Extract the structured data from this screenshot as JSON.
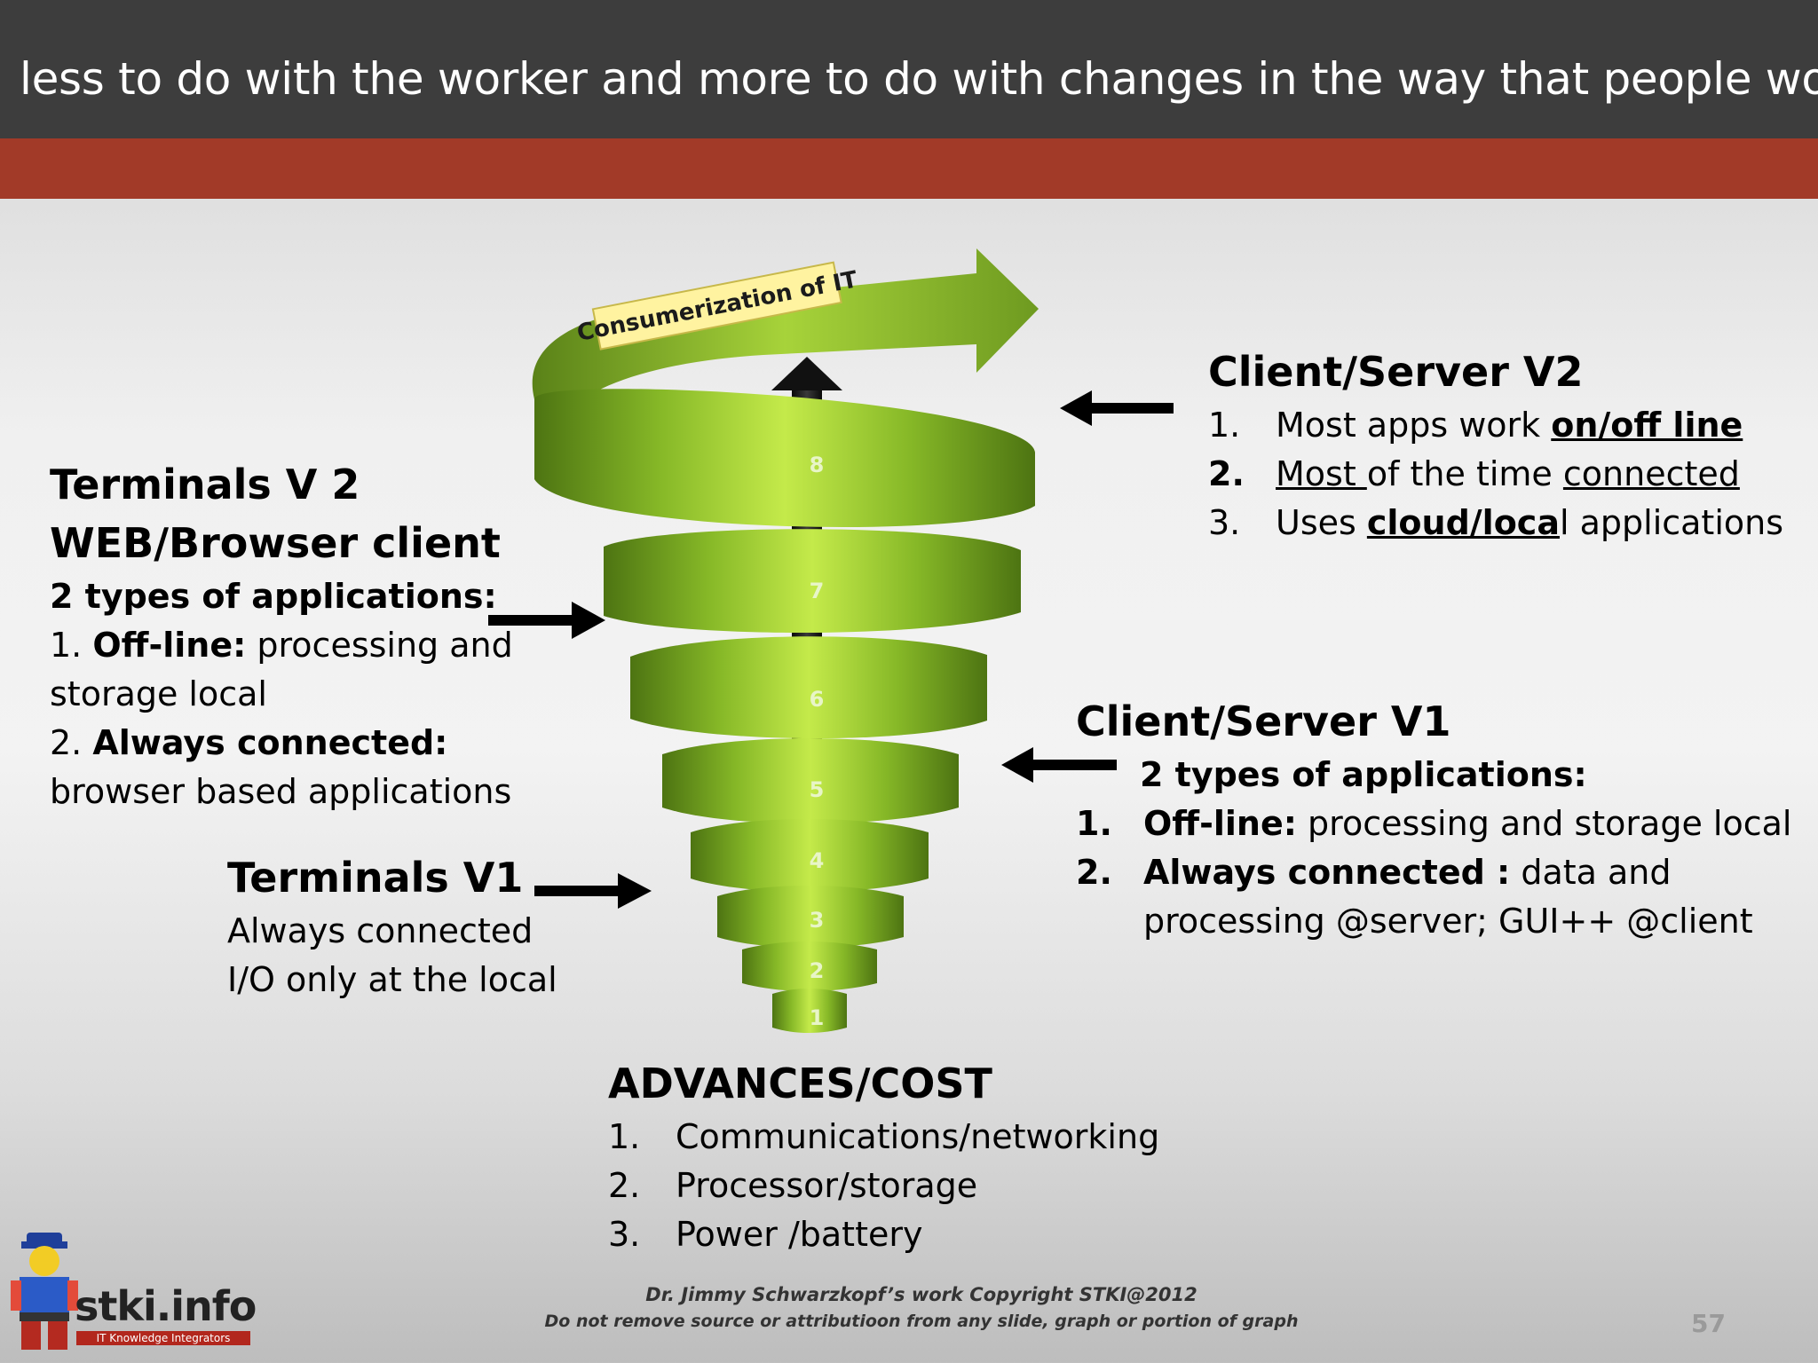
{
  "header": {
    "title": "less to do with the worker and more to do with changes in the way that people work"
  },
  "spiral": {
    "banner": "Consumerization of IT",
    "level_numbers": [
      "1",
      "2",
      "3",
      "4",
      "5",
      "6",
      "7",
      "8"
    ]
  },
  "colors": {
    "title_bar": "#3d3d3d",
    "accent_band": "#a23a28",
    "spiral_green": "#8fbf2a",
    "banner_yellow": "#fff3a0"
  },
  "terminals_v2": {
    "heading_1": "Terminals V 2",
    "heading_2": "WEB/Browser client",
    "subheading": "2 types of applications:",
    "item1_num": "1.",
    "item1_bold": "Off-line:",
    "item1_text": "processing and",
    "item1_cont": "storage local",
    "item2_num": "2.",
    "item2_bold": "Always connected:",
    "item2_cont": "browser based applications"
  },
  "terminals_v1": {
    "heading": "Terminals V1",
    "line1": "Always connected",
    "line2": "I/O only at the local"
  },
  "client_server_v2": {
    "heading": "Client/Server V2",
    "items": [
      {
        "num": "1.",
        "pre": "Most apps work ",
        "u": "on/off line",
        "post": ""
      },
      {
        "num": "2.",
        "u1": "Most ",
        "mid": "of the time ",
        "u2": "connected"
      },
      {
        "num": "3.",
        "pre": "Uses ",
        "u": "cloud/loca",
        "post": "l applications"
      }
    ]
  },
  "client_server_v1": {
    "heading": "Client/Server V1",
    "subheading": "2 types of applications:",
    "item1_num": "1.",
    "item1_bold": "Off-line:",
    "item1_text": "processing and storage local",
    "item2_num": "2.",
    "item2_bold": "Always connected :",
    "item2_text": "data and",
    "item2_cont": "processing @server; GUI++ @client"
  },
  "advances": {
    "heading": "ADVANCES/COST",
    "items": [
      {
        "num": "1.",
        "text": "Communications/networking"
      },
      {
        "num": "2.",
        "text": "Processor/storage"
      },
      {
        "num": "3.",
        "text": "Power /battery"
      }
    ]
  },
  "footer": {
    "credit": "Dr. Jimmy Schwarzkopf’s work   Copyright STKI@2012",
    "notice": "Do not remove source or attributioon from any slide, graph or portion of graph",
    "page": "57",
    "logo_text": "stki.info",
    "logo_tagline": "IT Knowledge Integrators"
  }
}
